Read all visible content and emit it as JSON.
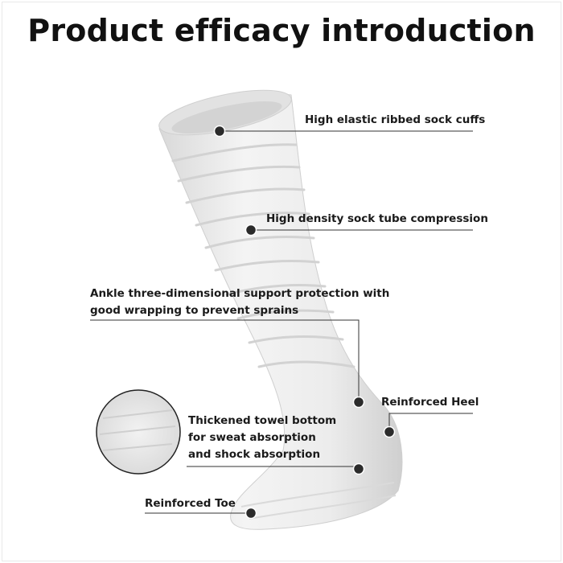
{
  "title": "Product efficacy introduction",
  "labels": {
    "cuffs": "High elastic ribbed sock cuffs",
    "tube": "High density sock tube compression",
    "ankle_line1": "Ankle three-dimensional support protection with",
    "ankle_line2": "good wrapping to prevent sprains",
    "heel": "Reinforced Heel",
    "towel_line1": "Thickened towel bottom",
    "towel_line2": "for sweat absorption",
    "towel_line3": "and shock absorption",
    "toe": "Reinforced Toe"
  },
  "colors": {
    "text": "#1a1a1a",
    "sock": "#eeeeee",
    "sock_shade": "#d6d6d6",
    "marker": "#2b2b2b",
    "line": "#333333"
  },
  "icons": [
    "callout-dot-icon"
  ]
}
